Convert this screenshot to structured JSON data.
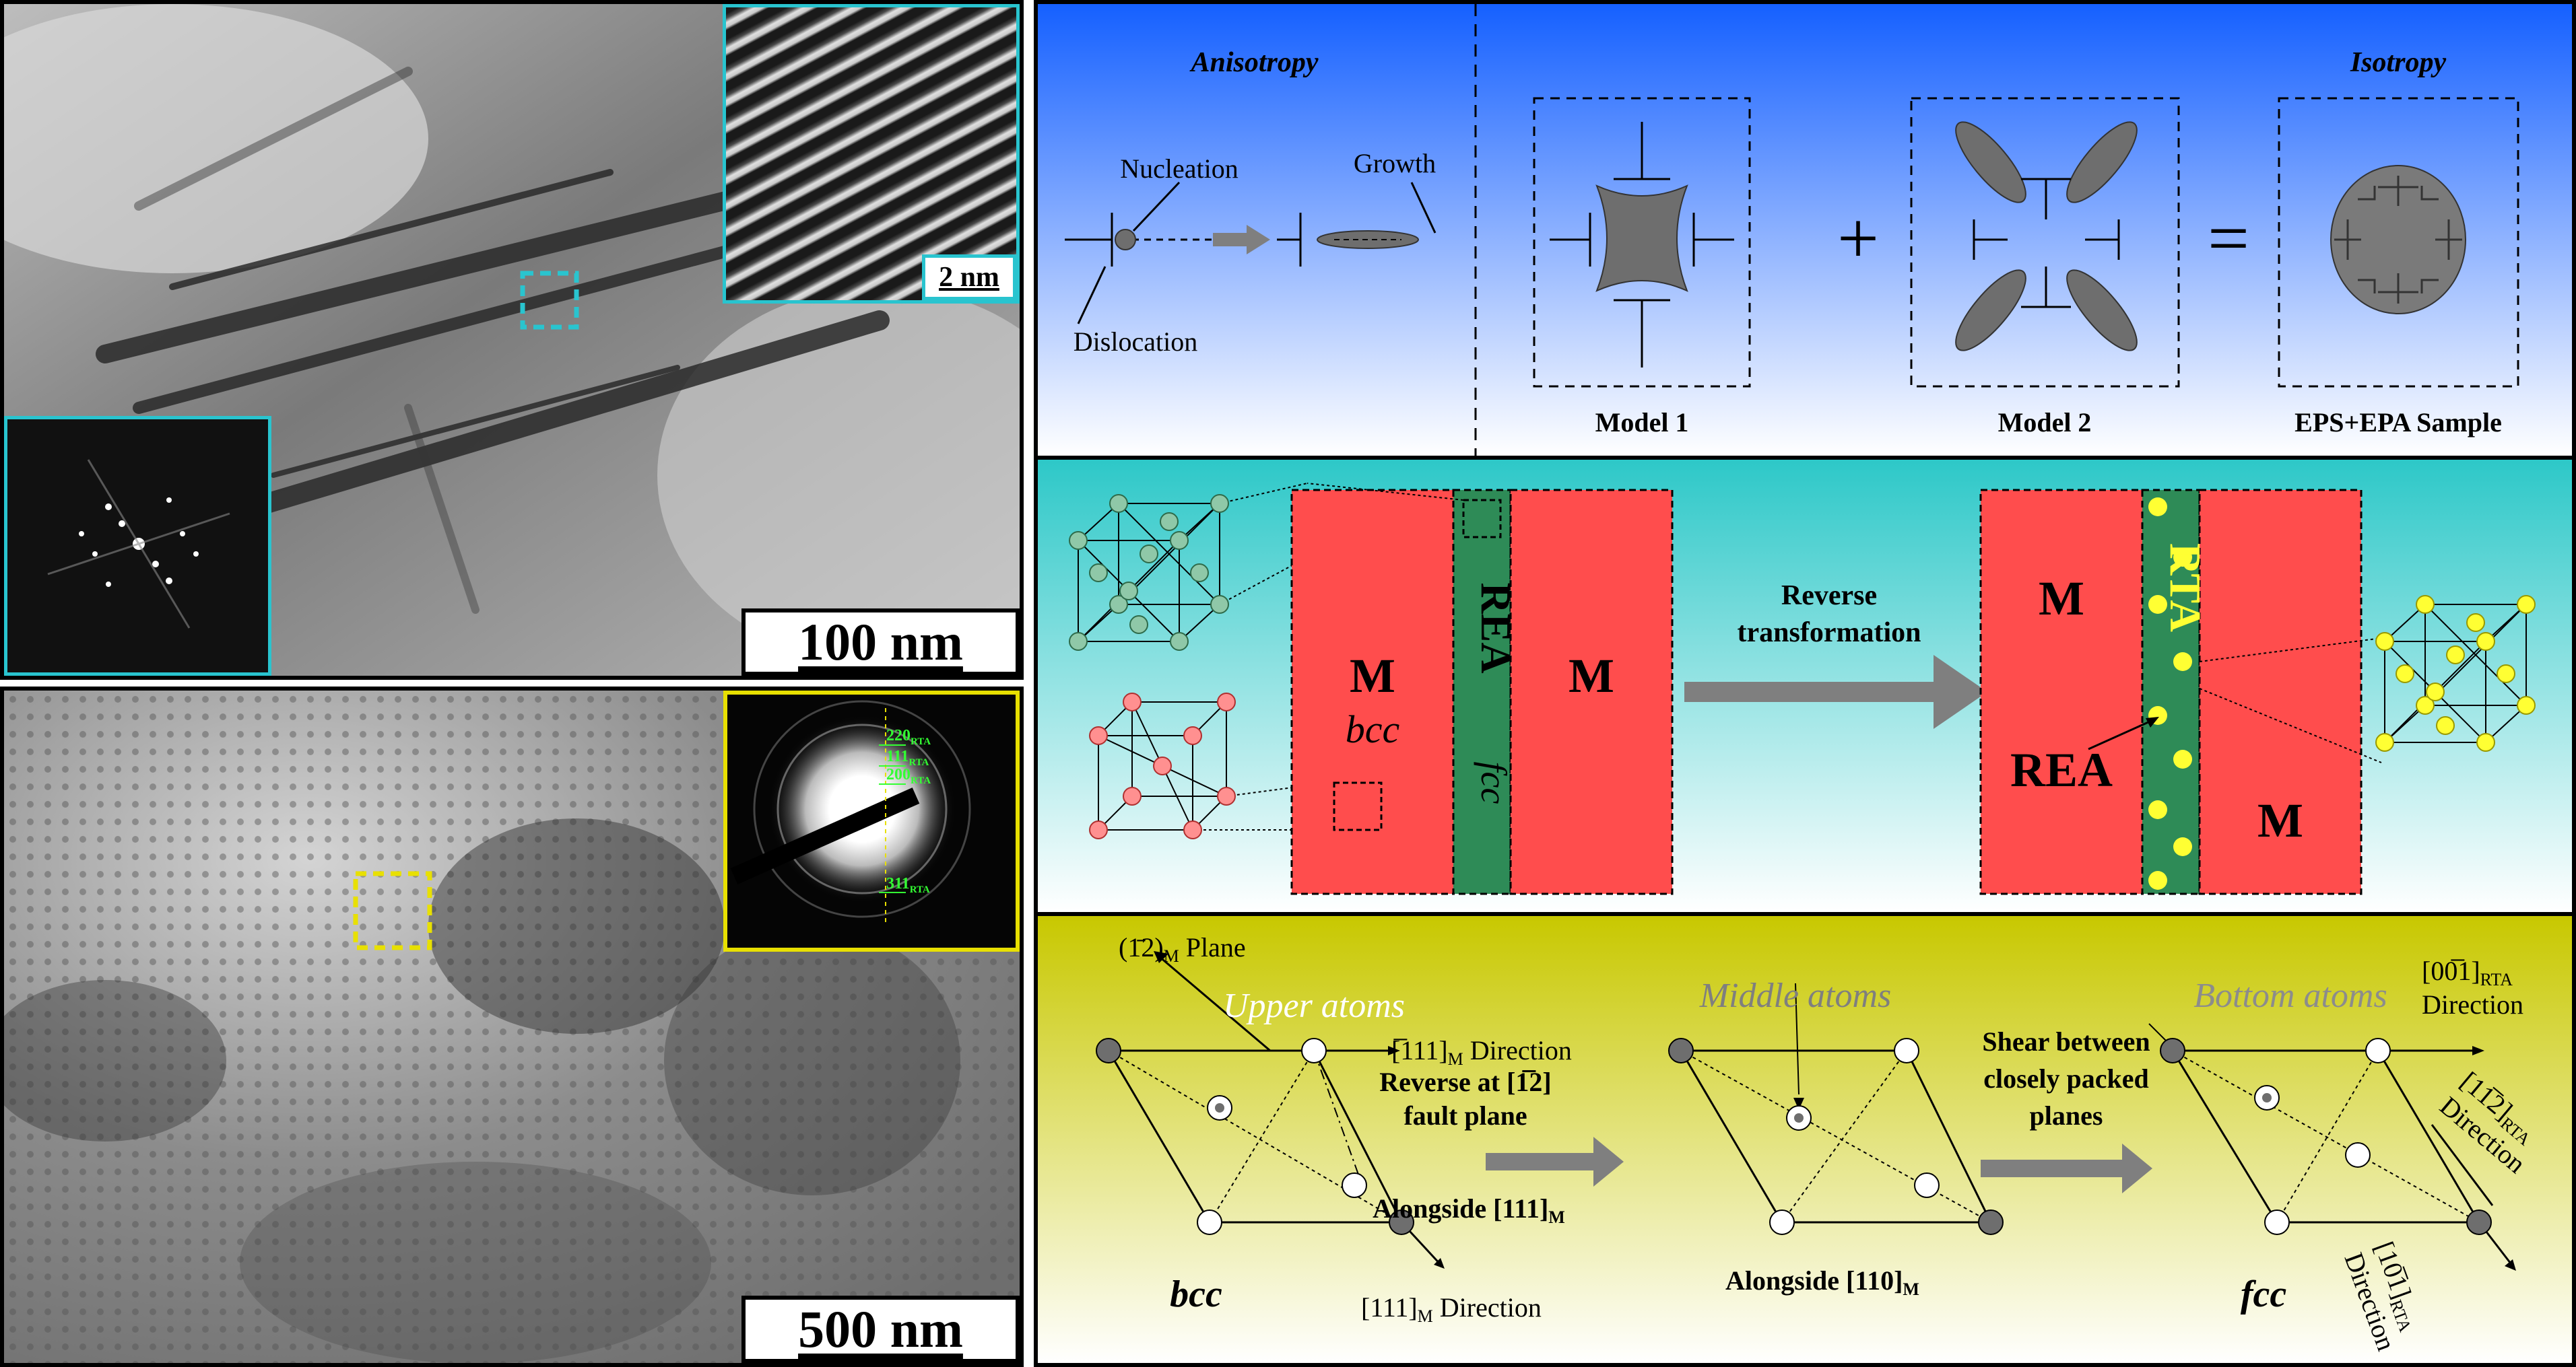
{
  "tem_top": {
    "scale_bar": "100 nm",
    "inset_hrtem_scale": "2 nm"
  },
  "tem_bottom": {
    "scale_bar": "500 nm",
    "saed_rings": [
      {
        "label": "220",
        "sub": "RTA"
      },
      {
        "label": "111",
        "sub": "RTA"
      },
      {
        "label": "200",
        "sub": "RTA"
      },
      {
        "label": "311",
        "sub": "RTA"
      }
    ]
  },
  "panel_a": {
    "anisotropy": "Anisotropy",
    "isotropy": "Isotropy",
    "nucleation": "Nucleation",
    "growth": "Growth",
    "dislocation": "Dislocation",
    "plus": "+",
    "equals": "=",
    "model1": "Model 1",
    "model2": "Model 2",
    "sample": "EPS+EPA Sample"
  },
  "panel_b": {
    "m": "M",
    "bcc": "bcc",
    "rea": "REA",
    "fcc": "fcc",
    "reverse_line1": "Reverse",
    "reverse_line2": "transformation",
    "rta": "RTA"
  },
  "panel_c": {
    "plane_label": "(1̄2)",
    "plane_sub": "M",
    "plane_suffix": " Plane",
    "upper": "Upper atoms",
    "middle": "Middle atoms",
    "bottom": "Bottom atoms",
    "dir_bar111": "[̅111]",
    "dir_sub_m": "M",
    "direction": " Direction",
    "reverse_at_1": "Reverse at [1̅2]",
    "reverse_at_2": "fault plane",
    "alongside_111": "Alongside [111]",
    "alongside_110": "Alongside [110]",
    "shear_1": "Shear between",
    "shear_2": "closely packed",
    "shear_3": "planes",
    "dir_111_bottom": "[111]",
    "bcc": "bcc",
    "fcc": "fcc",
    "dir_001": "[00̅1]",
    "sub_rta": "RTA",
    "dir_word": "Direction",
    "dir_112": "[11̅2]",
    "dir_101": "[10̅1]"
  },
  "colors": {
    "inset_frame_cyan": "#29c4cf",
    "inset_frame_yellow": "#e8e000",
    "martensite_red": "#ff4d4d",
    "rea_green": "#2e8b57",
    "rta_yellow": "#ffff33",
    "arrow_grey": "#7f7f7f"
  }
}
